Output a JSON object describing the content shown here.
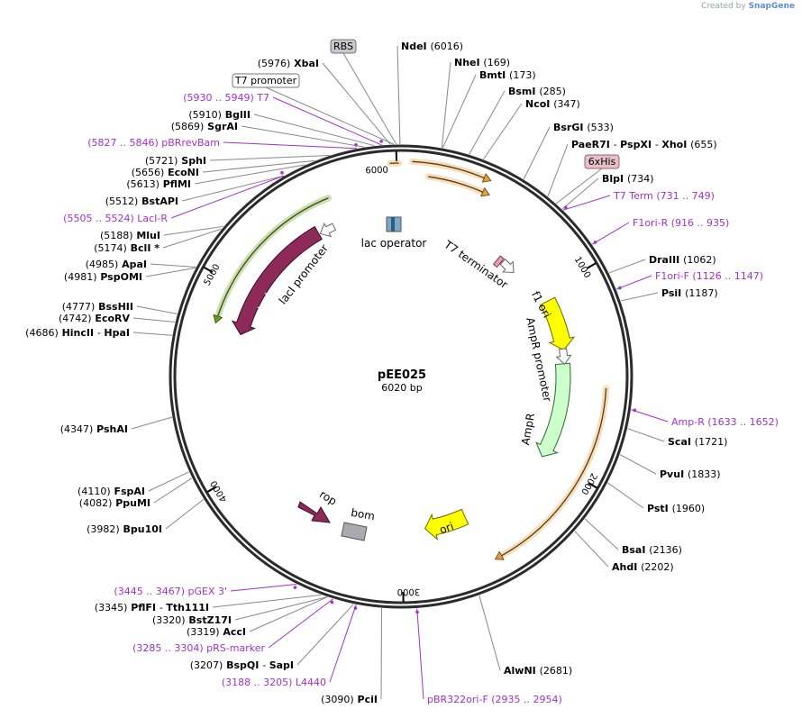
{
  "header": {
    "prefix": "Created by",
    "brand": "SnapGene"
  },
  "map": {
    "name": "pEE025",
    "size_label": "6020 bp",
    "total_bp": 6020,
    "tick_labels": [
      "1000",
      "2000",
      "3000",
      "4000",
      "5000",
      "6000"
    ]
  },
  "sites_right": [
    {
      "label_parts": [
        {
          "t": "NdeI",
          "b": true
        },
        {
          "t": "(6016)"
        }
      ],
      "bp": 6016
    },
    {
      "label_parts": [
        {
          "t": "NheI",
          "b": true
        },
        {
          "t": "(169)"
        }
      ],
      "bp": 169
    },
    {
      "label_parts": [
        {
          "t": "BmtI",
          "b": true
        },
        {
          "t": "(173)"
        }
      ],
      "bp": 173
    },
    {
      "label_parts": [
        {
          "t": "BsmI",
          "b": true
        },
        {
          "t": "(285)"
        }
      ],
      "bp": 285
    },
    {
      "label_parts": [
        {
          "t": "NcoI",
          "b": true
        },
        {
          "t": "(347)"
        }
      ],
      "bp": 347
    },
    {
      "label_parts": [
        {
          "t": "BsrGI",
          "b": true
        },
        {
          "t": "(533)"
        }
      ],
      "bp": 533
    },
    {
      "label_parts": [
        {
          "t": "PaeR7I",
          "b": true
        },
        {
          "t": " - "
        },
        {
          "t": "PspXI",
          "b": true
        },
        {
          "t": " - "
        },
        {
          "t": "XhoI",
          "b": true
        },
        {
          "t": "(655)"
        }
      ],
      "bp": 655
    },
    {
      "label_parts": [
        {
          "t": "BlpI",
          "b": true
        },
        {
          "t": "(734)"
        }
      ],
      "bp": 734
    },
    {
      "label_parts": [
        {
          "t": "DraIII",
          "b": true
        },
        {
          "t": "(1062)"
        }
      ],
      "bp": 1062
    },
    {
      "label_parts": [
        {
          "t": "PsiI",
          "b": true
        },
        {
          "t": "(1187)"
        }
      ],
      "bp": 1187
    },
    {
      "label_parts": [
        {
          "t": "ScaI",
          "b": true
        },
        {
          "t": "(1721)"
        }
      ],
      "bp": 1721
    },
    {
      "label_parts": [
        {
          "t": "PvuI",
          "b": true
        },
        {
          "t": "(1833)"
        }
      ],
      "bp": 1833
    },
    {
      "label_parts": [
        {
          "t": "PstI",
          "b": true
        },
        {
          "t": "(1960)"
        }
      ],
      "bp": 1960
    },
    {
      "label_parts": [
        {
          "t": "BsaI",
          "b": true
        },
        {
          "t": "(2136)"
        }
      ],
      "bp": 2136
    },
    {
      "label_parts": [
        {
          "t": "AhdI",
          "b": true
        },
        {
          "t": "(2202)"
        }
      ],
      "bp": 2202
    },
    {
      "label_parts": [
        {
          "t": "AlwNI",
          "b": true
        },
        {
          "t": "(2681)"
        }
      ],
      "bp": 2681
    }
  ],
  "sites_left": [
    {
      "label_parts": [
        {
          "t": "(5976)"
        },
        {
          "t": "XbaI",
          "b": true
        }
      ],
      "bp": 5976
    },
    {
      "label_parts": [
        {
          "t": "(5910)"
        },
        {
          "t": "BglII",
          "b": true
        }
      ],
      "bp": 5910
    },
    {
      "label_parts": [
        {
          "t": "(5869)"
        },
        {
          "t": "SgrAI",
          "b": true
        }
      ],
      "bp": 5869
    },
    {
      "label_parts": [
        {
          "t": "(5721)"
        },
        {
          "t": "SphI",
          "b": true
        }
      ],
      "bp": 5721
    },
    {
      "label_parts": [
        {
          "t": "(5656)"
        },
        {
          "t": "EcoNI",
          "b": true
        }
      ],
      "bp": 5656
    },
    {
      "label_parts": [
        {
          "t": "(5613)"
        },
        {
          "t": "PflMI",
          "b": true
        }
      ],
      "bp": 5613
    },
    {
      "label_parts": [
        {
          "t": "(5512)"
        },
        {
          "t": "BstAPI",
          "b": true
        }
      ],
      "bp": 5512
    },
    {
      "label_parts": [
        {
          "t": "(5188)"
        },
        {
          "t": "MluI",
          "b": true
        }
      ],
      "bp": 5188
    },
    {
      "label_parts": [
        {
          "t": "(5174)"
        },
        {
          "t": "BclI *",
          "b": true
        }
      ],
      "bp": 5174
    },
    {
      "label_parts": [
        {
          "t": "(4985)"
        },
        {
          "t": "ApaI",
          "b": true
        }
      ],
      "bp": 4985
    },
    {
      "label_parts": [
        {
          "t": "(4981)"
        },
        {
          "t": "PspOMI",
          "b": true
        }
      ],
      "bp": 4981
    },
    {
      "label_parts": [
        {
          "t": "(4777)"
        },
        {
          "t": "BssHII",
          "b": true
        }
      ],
      "bp": 4777
    },
    {
      "label_parts": [
        {
          "t": "(4742)"
        },
        {
          "t": "EcoRV",
          "b": true
        }
      ],
      "bp": 4742
    },
    {
      "label_parts": [
        {
          "t": "(4686)"
        },
        {
          "t": "HincII",
          "b": true
        },
        {
          "t": " - "
        },
        {
          "t": "HpaI",
          "b": true
        }
      ],
      "bp": 4686
    },
    {
      "label_parts": [
        {
          "t": "(4347)"
        },
        {
          "t": "PshAI",
          "b": true
        }
      ],
      "bp": 4347
    },
    {
      "label_parts": [
        {
          "t": "(4110)"
        },
        {
          "t": "FspAI",
          "b": true
        }
      ],
      "bp": 4110
    },
    {
      "label_parts": [
        {
          "t": "(4082)"
        },
        {
          "t": "PpuMI",
          "b": true
        }
      ],
      "bp": 4082
    },
    {
      "label_parts": [
        {
          "t": "(3982)"
        },
        {
          "t": "Bpu10I",
          "b": true
        }
      ],
      "bp": 3982
    },
    {
      "label_parts": [
        {
          "t": "(3345)"
        },
        {
          "t": "PflFI",
          "b": true
        },
        {
          "t": " - "
        },
        {
          "t": "Tth111I",
          "b": true
        }
      ],
      "bp": 3345
    },
    {
      "label_parts": [
        {
          "t": "(3320)"
        },
        {
          "t": "BstZ17I",
          "b": true
        }
      ],
      "bp": 3320
    },
    {
      "label_parts": [
        {
          "t": "(3319)"
        },
        {
          "t": "AccI",
          "b": true
        }
      ],
      "bp": 3319
    },
    {
      "label_parts": [
        {
          "t": "(3207)"
        },
        {
          "t": "BspQI",
          "b": true
        },
        {
          "t": " - "
        },
        {
          "t": "SapI",
          "b": true
        }
      ],
      "bp": 3207
    },
    {
      "label_parts": [
        {
          "t": "(3090)"
        },
        {
          "t": "PciI",
          "b": true
        }
      ],
      "bp": 3090
    }
  ],
  "primers": [
    {
      "text": "(5930 .. 5949)  T7",
      "bp": 5940
    },
    {
      "text": "(5827 .. 5846)  pBRrevBam",
      "bp": 5836
    },
    {
      "text": "(5505 .. 5524)  LacI-R",
      "bp": 5514
    },
    {
      "text": "T7 Term    (731 .. 749)",
      "bp": 740
    },
    {
      "text": "F1ori-R    (916 .. 935)",
      "bp": 925
    },
    {
      "text": "F1ori-F    (1126 .. 1147)",
      "bp": 1136
    },
    {
      "text": "Amp-R    (1633 .. 1652)",
      "bp": 1642
    },
    {
      "text": "(3445 .. 3467)  pGEX 3'",
      "bp": 3456
    },
    {
      "text": "(3285 .. 3304)  pRS-marker",
      "bp": 3294
    },
    {
      "text": "(3188 .. 3205)  L4440",
      "bp": 3196
    },
    {
      "text": "pBR322ori-F    (2935 .. 2954)",
      "bp": 2944
    }
  ],
  "boxed_features": [
    {
      "text": "RBS",
      "style": "gray"
    },
    {
      "text": "T7 promoter",
      "style": "white"
    },
    {
      "text": "6xHis",
      "style": "pink"
    }
  ],
  "features": [
    {
      "name": "lacI",
      "label": "lacI"
    },
    {
      "name": "lacI promoter",
      "label": "lacI promoter"
    },
    {
      "name": "lac operator",
      "label": "lac operator"
    },
    {
      "name": "T7 terminator",
      "label": "T7 terminator"
    },
    {
      "name": "f1 ori",
      "label": "f1 ori"
    },
    {
      "name": "AmpR promoter",
      "label": "AmpR promoter"
    },
    {
      "name": "AmpR",
      "label": "AmpR"
    },
    {
      "name": "ori",
      "label": "ori"
    },
    {
      "name": "rop",
      "label": "rop"
    },
    {
      "name": "bom",
      "label": "bom"
    }
  ],
  "colors": {
    "lacI": "#8e2a5a",
    "f1ori": "#ffff00",
    "ampr": "#ccffcc",
    "ori": "#ffff00",
    "rop": "#8e2a5a",
    "bom": "#a8aab0",
    "primer": "#a030d0",
    "orf_orange": "#e5a03a",
    "orf_green": "#4caf1e"
  }
}
